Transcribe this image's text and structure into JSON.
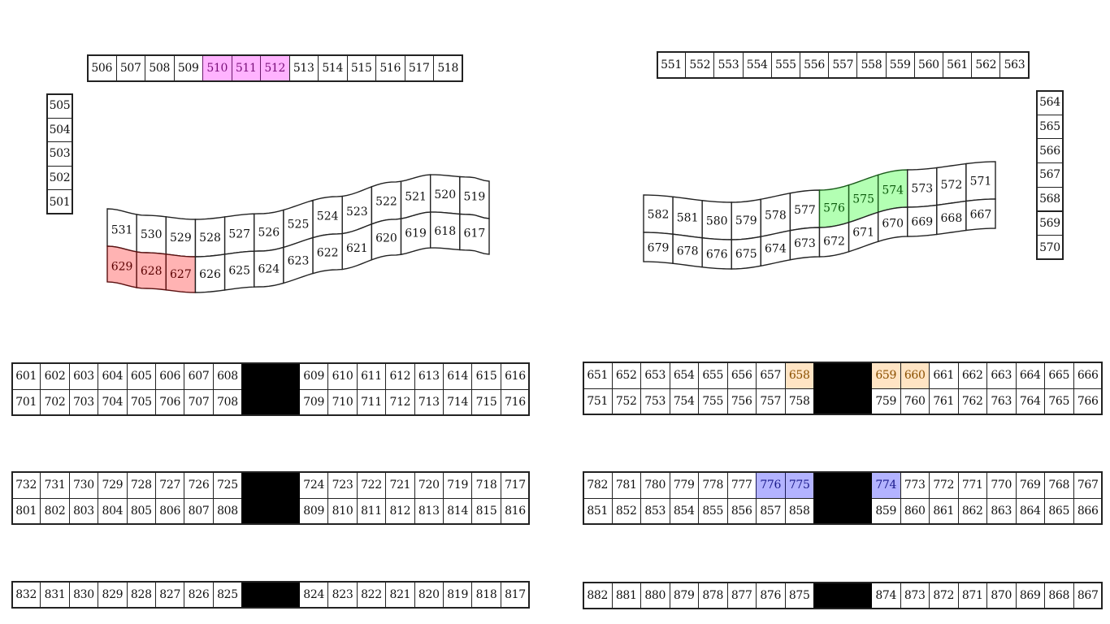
{
  "colors": {
    "pink": {
      "fill": "#ffb3ff",
      "text": "#7a107a",
      "stroke": "#6a1a6a"
    },
    "red": {
      "fill": "#ffb3b3",
      "text": "#5a0000",
      "stroke": "#5a1010"
    },
    "green": {
      "fill": "#b3ffb3",
      "text": "#0a5a0a",
      "stroke": "#1a5a1a"
    },
    "blue": {
      "fill": "#b3b3ff",
      "text": "#1a1a8a",
      "stroke": "#1a1a5a"
    },
    "peach": {
      "fill": "#ffe4c4",
      "text": "#8a5000",
      "stroke": "#222222"
    }
  },
  "highlights": {
    "510": "pink",
    "511": "pink",
    "512": "pink",
    "627": "red",
    "628": "red",
    "629": "red",
    "574": "green",
    "575": "green",
    "576": "green",
    "658": "peach",
    "659": "peach",
    "660": "peach",
    "774": "blue",
    "775": "blue",
    "776": "blue"
  },
  "left_top_strip": [
    "506",
    "507",
    "508",
    "509",
    "510",
    "511",
    "512",
    "513",
    "514",
    "515",
    "516",
    "517",
    "518"
  ],
  "left_column": [
    "505",
    "504",
    "503",
    "502",
    "501"
  ],
  "right_top_strip": [
    "551",
    "552",
    "553",
    "554",
    "555",
    "556",
    "557",
    "558",
    "559",
    "560",
    "561",
    "562",
    "563"
  ],
  "right_column": [
    "564",
    "565",
    "566",
    "567",
    "568",
    "569",
    "570"
  ],
  "left_wave": {
    "top_row": [
      "531",
      "530",
      "529",
      "528",
      "527",
      "526",
      "525",
      "524",
      "523",
      "522",
      "521",
      "520",
      "519"
    ],
    "bottom_row": [
      "629",
      "628",
      "627",
      "626",
      "625",
      "624",
      "623",
      "622",
      "621",
      "620",
      "619",
      "618",
      "617"
    ]
  },
  "right_wave": {
    "top_row": [
      "582",
      "581",
      "580",
      "579",
      "578",
      "577",
      "576",
      "575",
      "574",
      "573",
      "572",
      "571"
    ],
    "bottom_row": [
      "679",
      "678",
      "676",
      "675",
      "674",
      "673",
      "672",
      "671",
      "670",
      "669",
      "668",
      "667"
    ]
  },
  "left_blocks": [
    {
      "rows": [
        {
          "left": [
            "601",
            "602",
            "603",
            "604",
            "605",
            "606",
            "607",
            "608"
          ],
          "right": [
            "609",
            "610",
            "611",
            "612",
            "613",
            "614",
            "615",
            "616"
          ]
        },
        {
          "left": [
            "701",
            "702",
            "703",
            "704",
            "705",
            "706",
            "707",
            "708"
          ],
          "right": [
            "709",
            "710",
            "711",
            "712",
            "713",
            "714",
            "715",
            "716"
          ]
        }
      ]
    },
    {
      "rows": [
        {
          "left": [
            "732",
            "731",
            "730",
            "729",
            "728",
            "727",
            "726",
            "725"
          ],
          "right": [
            "724",
            "723",
            "722",
            "721",
            "720",
            "719",
            "718",
            "717"
          ]
        },
        {
          "left": [
            "801",
            "802",
            "803",
            "804",
            "805",
            "806",
            "807",
            "808"
          ],
          "right": [
            "809",
            "810",
            "811",
            "812",
            "813",
            "814",
            "815",
            "816"
          ]
        }
      ]
    },
    {
      "rows": [
        {
          "left": [
            "832",
            "831",
            "830",
            "829",
            "828",
            "827",
            "826",
            "825"
          ],
          "right": [
            "824",
            "823",
            "822",
            "821",
            "820",
            "819",
            "818",
            "817"
          ]
        }
      ]
    }
  ],
  "right_blocks": [
    {
      "rows": [
        {
          "left": [
            "651",
            "652",
            "653",
            "654",
            "655",
            "656",
            "657",
            "658"
          ],
          "right": [
            "659",
            "660",
            "661",
            "662",
            "663",
            "664",
            "665",
            "666"
          ]
        },
        {
          "left": [
            "751",
            "752",
            "753",
            "754",
            "755",
            "756",
            "757",
            "758"
          ],
          "right": [
            "759",
            "760",
            "761",
            "762",
            "763",
            "764",
            "765",
            "766"
          ]
        }
      ]
    },
    {
      "rows": [
        {
          "left": [
            "782",
            "781",
            "780",
            "779",
            "778",
            "777",
            "776",
            "775"
          ],
          "right": [
            "774",
            "773",
            "772",
            "771",
            "770",
            "769",
            "768",
            "767"
          ]
        },
        {
          "left": [
            "851",
            "852",
            "853",
            "854",
            "855",
            "856",
            "857",
            "858"
          ],
          "right": [
            "859",
            "860",
            "861",
            "862",
            "863",
            "864",
            "865",
            "866"
          ]
        }
      ]
    },
    {
      "rows": [
        {
          "left": [
            "882",
            "881",
            "880",
            "879",
            "878",
            "877",
            "876",
            "875"
          ],
          "right": [
            "874",
            "873",
            "872",
            "871",
            "870",
            "869",
            "868",
            "867"
          ]
        }
      ]
    }
  ]
}
